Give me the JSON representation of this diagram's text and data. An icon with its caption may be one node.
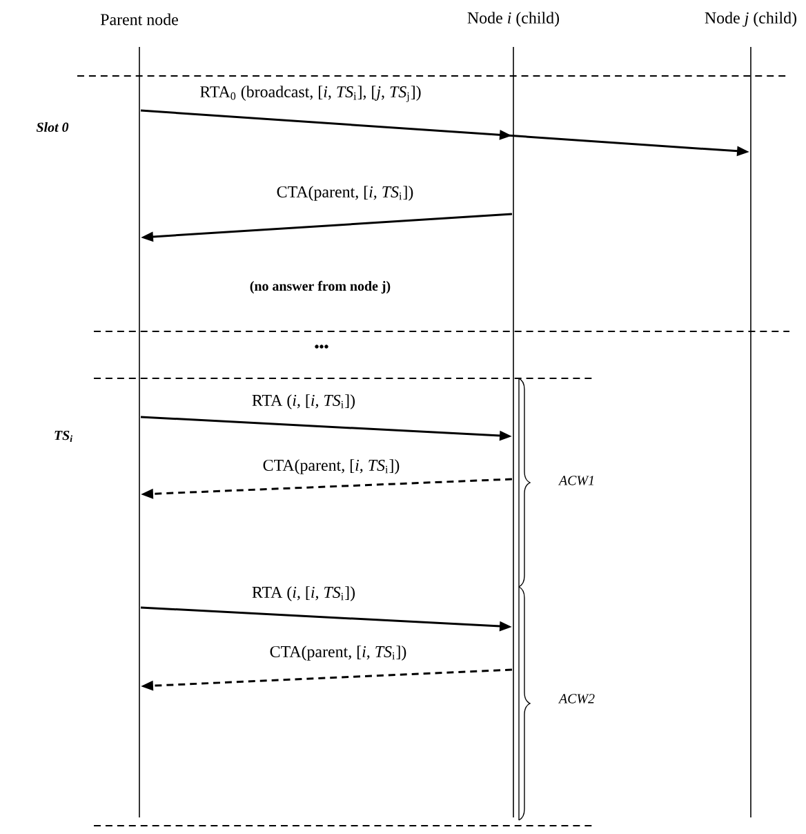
{
  "diagram": {
    "nodes": [
      {
        "text": [
          "Parent node"
        ]
      },
      {
        "text": [
          "Node *i* (child)"
        ]
      },
      {
        "text": [
          "Node *j* (child)"
        ]
      }
    ],
    "edges": [
      {
        "from": 0,
        "to": 1,
        "arrow": "to",
        "label": "RTA$_{0}$ (broadcast, [*i*, *TS*$_{i}$], [*j*, *TS*$_{j}$])"
      },
      {
        "from": 0,
        "to": 2,
        "arrow": "to"
      },
      {
        "from": 1,
        "to": 0,
        "arrow": "to",
        "label": "CTA(parent, [*i*, *TS*$_{i}$])"
      },
      {
        "from": 0,
        "to": 1,
        "arrow": "to",
        "label": "RTA (*i*, [*i*, *TS*$_{i}$])"
      },
      {
        "from": 1,
        "to": 0,
        "arrow": "to",
        "style": "dashed",
        "label": "CTA(parent, [*i*, *TS*$_{i}$])"
      },
      {
        "from": 0,
        "to": 1,
        "arrow": "to",
        "label": "RTA (*i*, [*i*, *TS*$_{i}$])"
      },
      {
        "from": 1,
        "to": 0,
        "arrow": "to",
        "style": "dashed",
        "label": "CTA(parent, [*i*, *TS*$_{i}$])"
      }
    ],
    "labels": [
      "Slot 0",
      "(no answer from node j)",
      "•••",
      "TS$_{i}$",
      "ACW1",
      "ACW2"
    ]
  }
}
